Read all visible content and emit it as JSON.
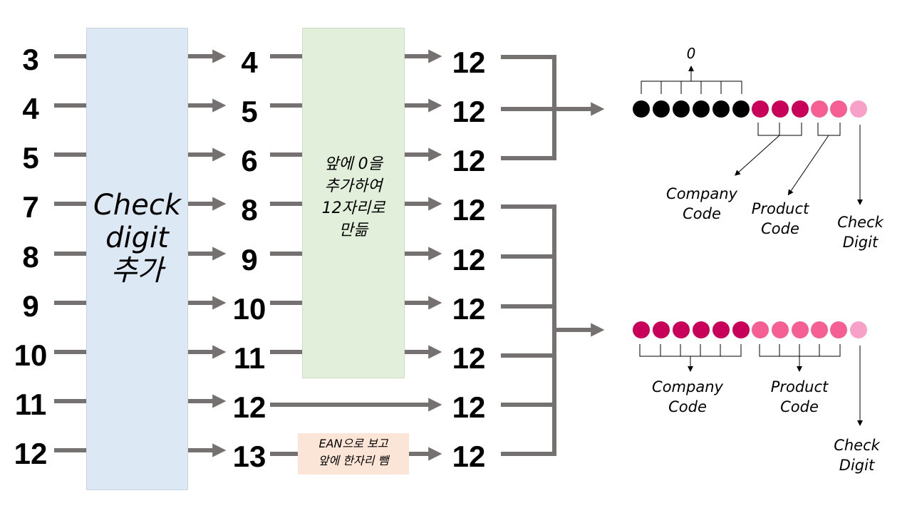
{
  "left_column": [
    "3",
    "4",
    "5",
    "7",
    "8",
    "9",
    "10",
    "11",
    "12"
  ],
  "middle_column": [
    "4",
    "5",
    "6",
    "8",
    "9",
    "10",
    "11",
    "12",
    "13"
  ],
  "right_column": [
    "12",
    "12",
    "12",
    "12",
    "12",
    "12",
    "12",
    "12",
    "12"
  ],
  "boxes": {
    "check_digit": "Check\ndigit\n추가",
    "pad_zero": "앞에 0을\n추가하여\n12자리로\n만듦",
    "ean_drop": "EAN으로 보고\n앞에 한자리 뺌"
  },
  "top_format": {
    "zero_label": "0",
    "company_label": "Company\nCode",
    "product_label": "Product\nCode",
    "check_label": "Check\nDigit"
  },
  "bottom_format": {
    "company_label": "Company\nCode",
    "product_label": "Product\nCode",
    "check_label": "Check\nDigit"
  },
  "colors": {
    "arrow": "#767171",
    "box_blue": "#dde8f5",
    "box_green": "#e2efda",
    "box_peach": "#fbe5d6",
    "dot_black": "#000000",
    "dot_company": "#c8005a",
    "dot_product": "#f55f93",
    "dot_check": "#f7a1c9"
  }
}
